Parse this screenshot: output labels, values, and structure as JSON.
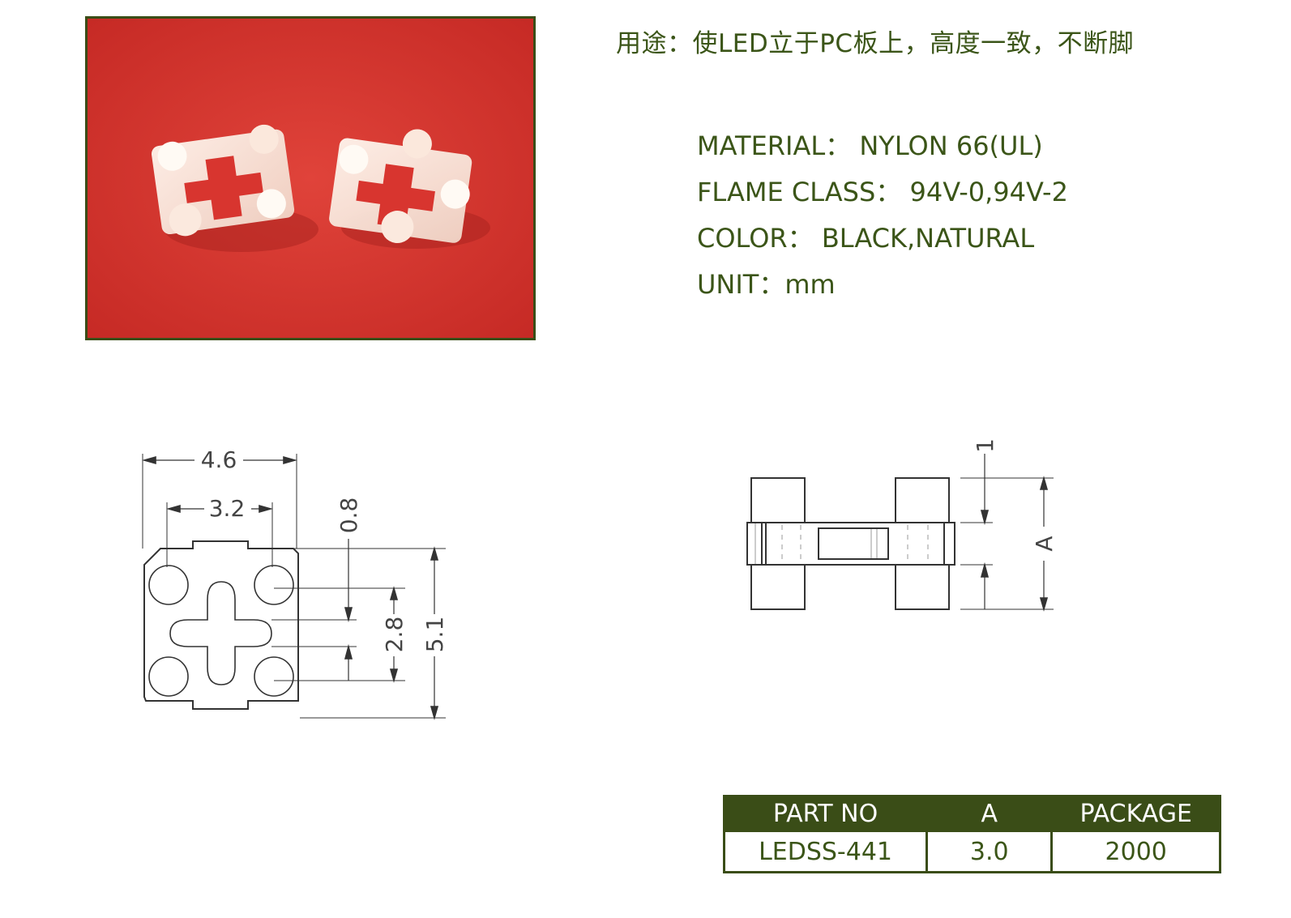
{
  "usage_text": "用途：使LED立于PC板上，高度一致，不断脚",
  "specs": [
    {
      "label": "MATERIAL：",
      "value": "NYLON 66(UL)"
    },
    {
      "label": "FLAME CLASS：",
      "value": "94V-0,94V-2"
    },
    {
      "label": "COLOR：",
      "value": "BLACK,NATURAL"
    },
    {
      "label": "UNIT：",
      "value": "mm"
    }
  ],
  "top_view_dims": {
    "width": "4.6",
    "hole_spacing": "3.2",
    "pin_offset": "0.8",
    "slot_length": "2.8",
    "length": "5.1"
  },
  "side_view_dims": {
    "pin_height": "1",
    "overall": "A"
  },
  "table": {
    "headers": [
      "PART NO",
      "A",
      "PACKAGE"
    ],
    "rows": [
      [
        "LEDSS-441",
        "3.0",
        "2000"
      ]
    ]
  },
  "colors": {
    "accent": "#3a4d17",
    "text": "#3b5518",
    "photo_bg": "#d8352f"
  }
}
